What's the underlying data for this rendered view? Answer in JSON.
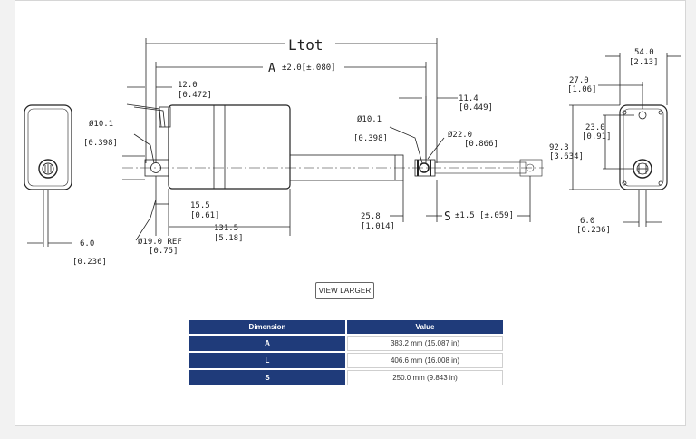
{
  "drawing": {
    "labels": {
      "ltot": "Ltot",
      "a_main": "A",
      "a_tol": "±2.0[±.080]",
      "d12": "12.0",
      "d12_in": "[0.472]",
      "dia10_left": "Ø10.1",
      "dia10_left_in": "[0.398]",
      "d155": "15.5",
      "d155_in": "[0.61]",
      "d1315": "131.5",
      "d1315_in": "[5.18]",
      "dia19": "Ø19.0 REF",
      "dia19_in": "[0.75]",
      "d60_left": "6.0",
      "d60_left_in": "[0.236]",
      "dia10_right": "Ø10.1",
      "dia10_right_in": "[0.398]",
      "d114": "11.4",
      "d114_in": "[0.449]",
      "dia22": "Ø22.0",
      "dia22_in": "[0.866]",
      "d258": "25.8",
      "d258_in": "[1.014]",
      "s_main": "S",
      "s_tol": "±1.5 [±.059]",
      "d540": "54.0",
      "d540_in": "[2.13]",
      "d270": "27.0",
      "d270_in": "[1.06]",
      "d230": "23.0",
      "d230_in": "[0.91]",
      "d923": "92.3",
      "d923_in": "[3.634]",
      "d60_right": "6.0",
      "d60_right_in": "[0.236]"
    }
  },
  "view_larger_label": "VIEW LARGER",
  "table": {
    "headers": [
      "Dimension",
      "Value"
    ],
    "rows": [
      {
        "key": "A",
        "value": "383.2 mm (15.087 in)"
      },
      {
        "key": "L",
        "value": "406.6 mm (16.008 in)"
      },
      {
        "key": "S",
        "value": "250.0 mm (9.843 in)"
      }
    ]
  },
  "colors": {
    "table_header": "#1f3b7a",
    "line": "#222222"
  }
}
